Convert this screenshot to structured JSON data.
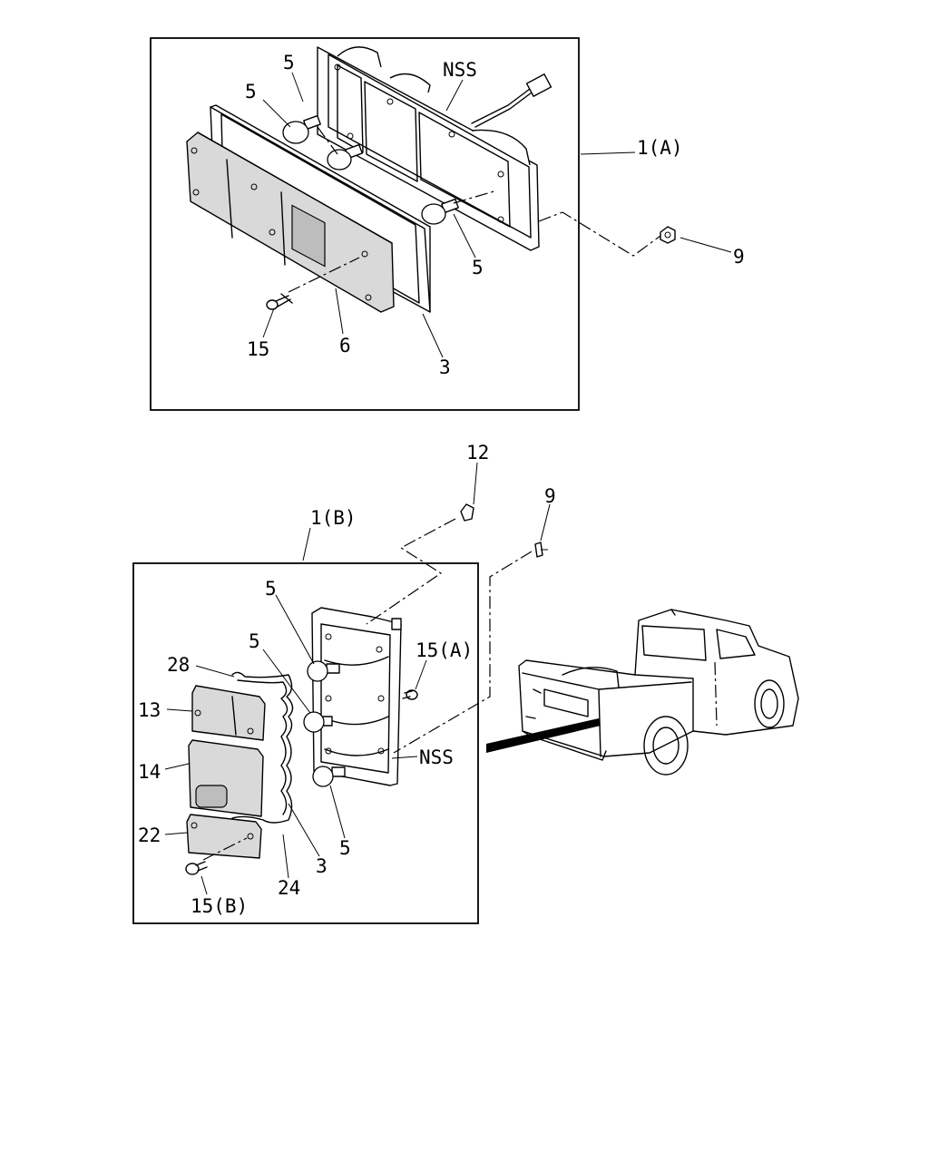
{
  "diagram_a": {
    "assembly_label": "1(A)",
    "labels": {
      "bulb_top_left_1": "5",
      "bulb_top_left_2": "5",
      "harness": "NSS",
      "bulb_right": "5",
      "nut": "9",
      "screw": "15",
      "lens": "6",
      "gasket": "3"
    }
  },
  "diagram_b": {
    "assembly_label": "1(B)",
    "labels": {
      "clip_12": "12",
      "clip_9": "9",
      "bulb_1": "5",
      "bulb_2": "5",
      "screw_a": "15(A)",
      "gasket_28": "28",
      "lens_13": "13",
      "lens_14": "14",
      "lens_22": "22",
      "harness": "NSS",
      "bulb_3": "5",
      "gasket_3": "3",
      "gasket_24": "24",
      "screw_b": "15(B)"
    }
  }
}
